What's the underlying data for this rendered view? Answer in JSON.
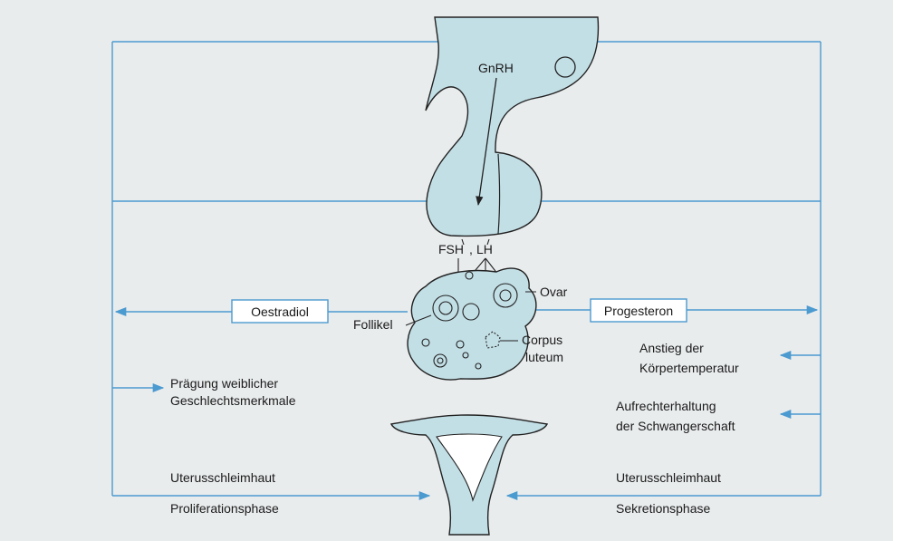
{
  "colors": {
    "background": "#e9eced",
    "organ_fill": "#c3dfe6",
    "feedback_arrow": "#4b9ad0",
    "outline": "#222222"
  },
  "labels": {
    "gnrh": "GnRH",
    "fsh": "FSH",
    "lh": "LH",
    "ovar": "Ovar",
    "follikel": "Follikel",
    "corpus": "Corpus",
    "luteum": "luteum",
    "oestradiol": "Oestradiol",
    "progesteron": "Progesteron",
    "praegung_line1": "Prägung weiblicher",
    "praegung_line2": "Geschlechtsmerkmale",
    "anstieg_line1": "Anstieg der",
    "anstieg_line2": "Körpertemperatur",
    "aufrecht_line1": "Aufrechterhaltung",
    "aufrecht_line2": "der Schwangerschaft",
    "uterus_left": "Uterusschleimhaut",
    "proliferation": "Proliferationsphase",
    "uterus_right": "Uterusschleimhaut",
    "sekretion": "Sekretionsphase"
  }
}
